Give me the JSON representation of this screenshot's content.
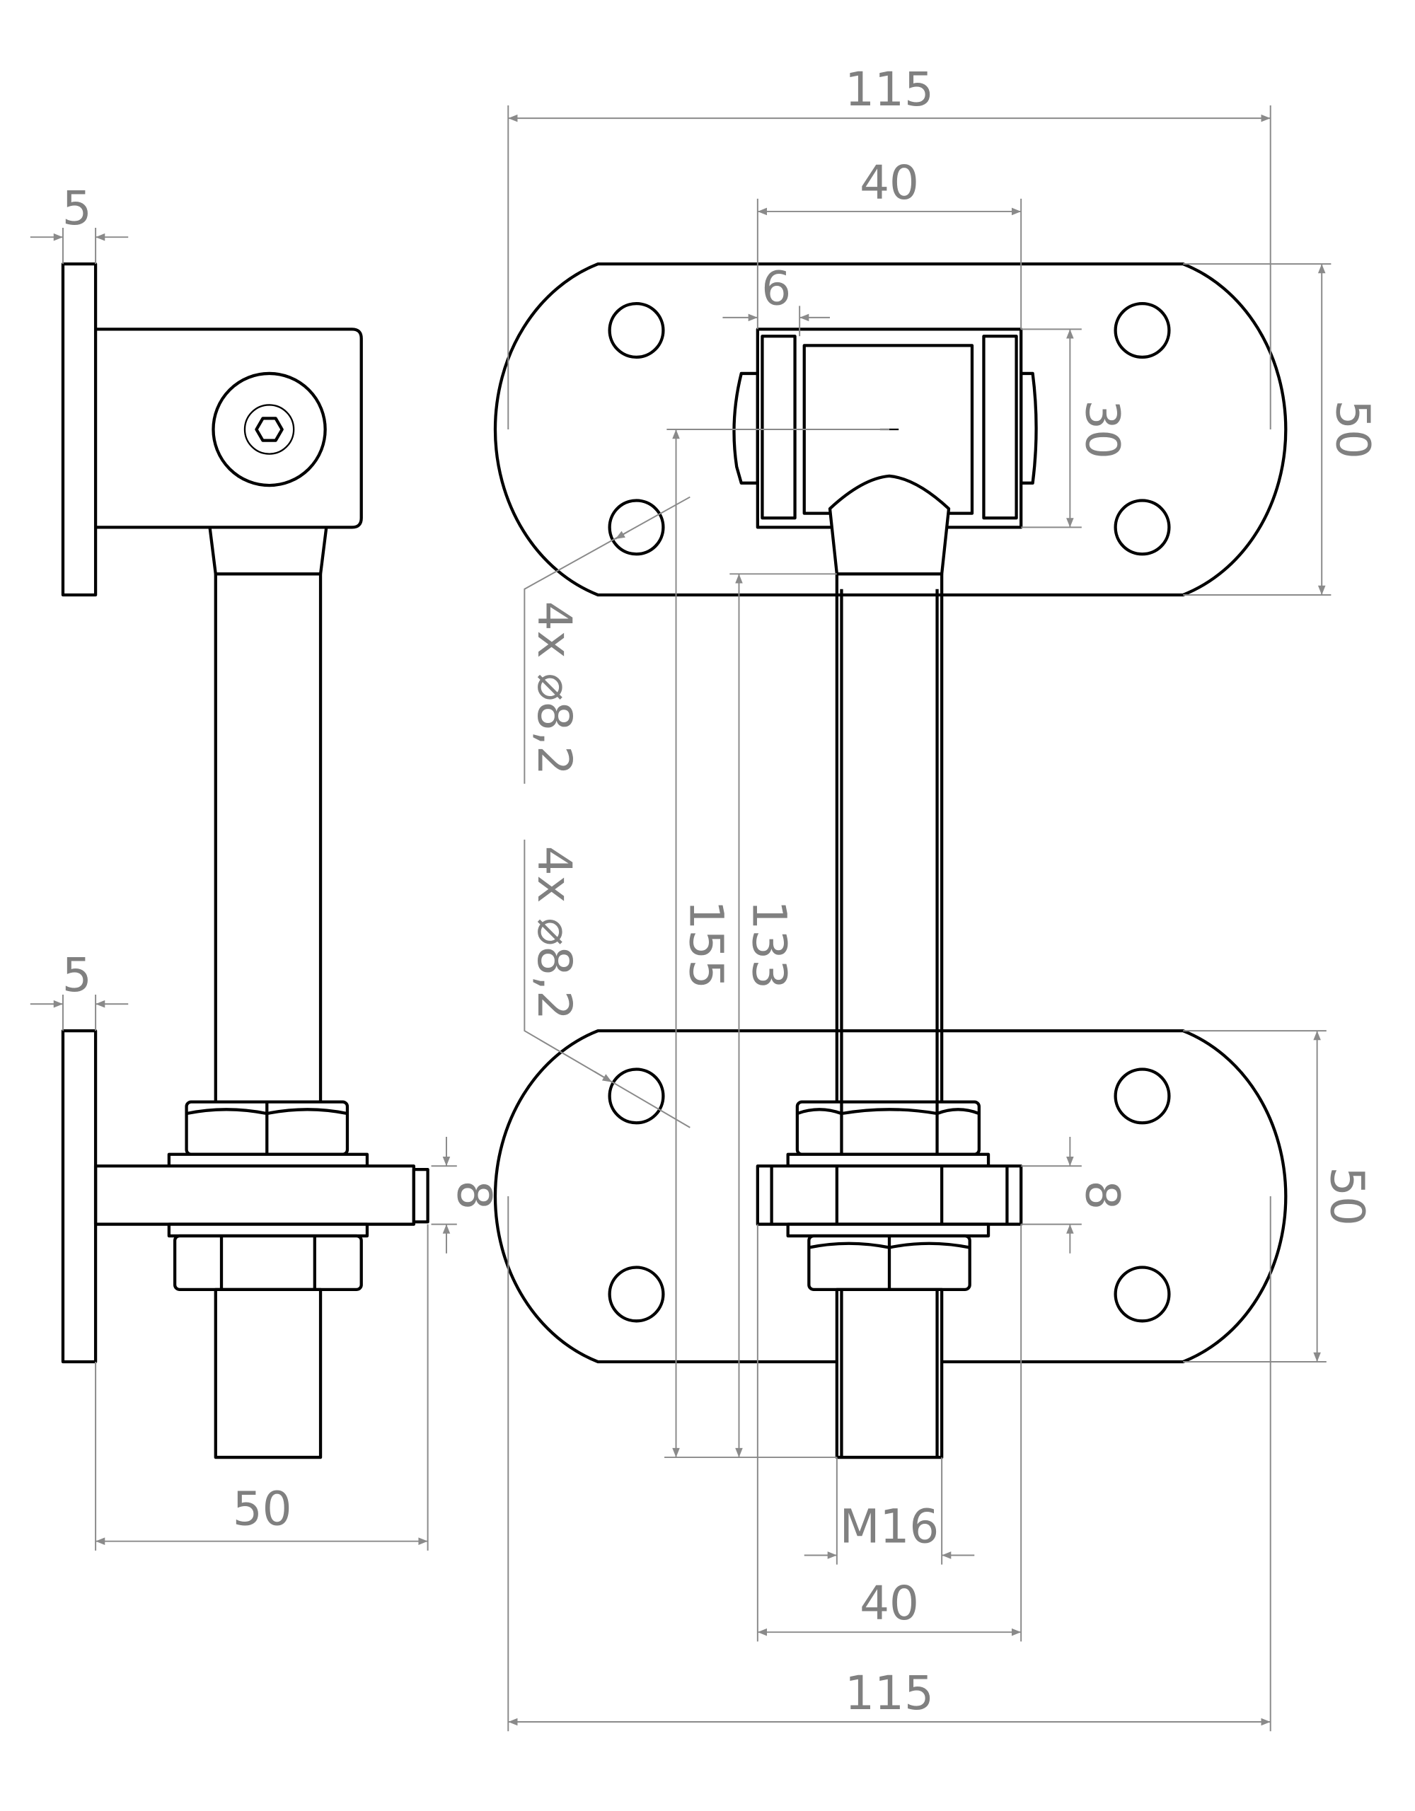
{
  "drawing": {
    "side_view": {
      "top_plate_thickness": "5",
      "bottom_plate_thickness": "5",
      "pin_length": "50",
      "strap_thickness": "8"
    },
    "front_view": {
      "overall_width_top": "115",
      "hinge_width_top": "40",
      "flange_width": "6",
      "hinge_height": "30",
      "top_plate_height": "50",
      "bottom_plate_height": "50",
      "holes_top": "4x ⌀8,2",
      "holes_bottom": "4x ⌀8,2",
      "length_overall": "155",
      "length_rod": "133",
      "strap_thickness": "8",
      "thread": "M16",
      "hinge_width_bottom": "40",
      "overall_width_bottom": "115"
    },
    "colors": {
      "object": "#000000",
      "dimension": "#808080"
    }
  }
}
